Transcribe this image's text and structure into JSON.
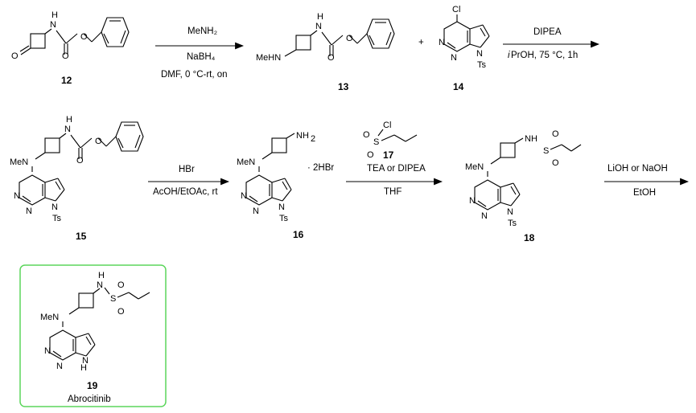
{
  "compounds": [
    {
      "id": "c12",
      "label": "12"
    },
    {
      "id": "c13",
      "label": "13"
    },
    {
      "id": "c14",
      "label": "14"
    },
    {
      "id": "c15",
      "label": "15"
    },
    {
      "id": "c16",
      "label": "16"
    },
    {
      "id": "c17",
      "label": "17"
    },
    {
      "id": "c18",
      "label": "18"
    },
    {
      "id": "c19",
      "label": "19",
      "name": "Abrocitinib"
    }
  ],
  "atoms": {
    "O": "O",
    "N": "N",
    "H": "H",
    "NH": "NH",
    "HN": "HN",
    "Cl": "Cl",
    "S": "S",
    "MeHN": "MeHN",
    "MeN": "MeN",
    "Ts": "Ts",
    "NH2_base": "NH",
    "NH2_sub": "2",
    "salt": "· 2HBr"
  },
  "steps": [
    {
      "above": [
        "MeNH₂",
        "NaBH₄"
      ],
      "below": "DMF,  0 °C-rt, on"
    },
    {
      "above": [
        "DIPEA"
      ],
      "below_italic": "i",
      "below": "PrOH, 75 °C, 1h"
    },
    {
      "above": [
        "HBr"
      ],
      "below": "AcOH/EtOAc, rt"
    },
    {
      "above": [
        "TEA or DIPEA"
      ],
      "below": "THF"
    },
    {
      "above": [
        "LiOH or NaOH"
      ],
      "below": "EtOH"
    }
  ],
  "plus": "+",
  "highlight_color": "#5cd65c"
}
